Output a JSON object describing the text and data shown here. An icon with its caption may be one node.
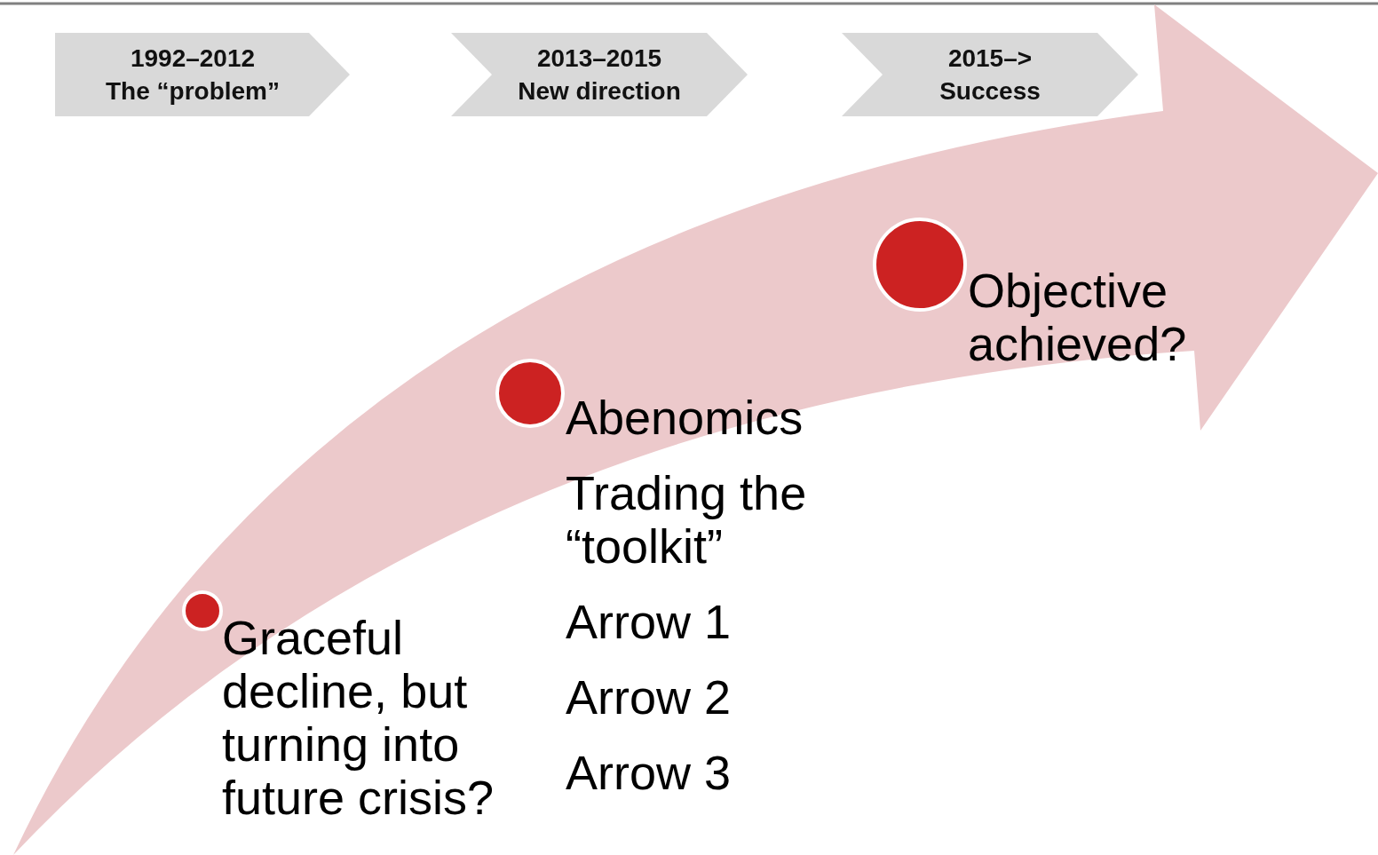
{
  "diagram": {
    "nodes": [
      {
        "text": [
          "1992–2012",
          "The “problem”"
        ]
      },
      {
        "text": [
          "2013–2015",
          "New direction"
        ]
      },
      {
        "text": [
          "2015–>",
          "Success"
        ]
      },
      {
        "text": [],
        "shape": "circle",
        "beside": [
          "Graceful decline, but turning into future crisis?"
        ]
      },
      {
        "text": [],
        "shape": "circle",
        "beside": [
          "Abenomics",
          "Trading the “toolkit”",
          "Arrow 1",
          "Arrow 2",
          "Arrow 3"
        ]
      },
      {
        "text": [],
        "shape": "circle",
        "beside": [
          "Objective achieved?"
        ]
      }
    ],
    "edges": []
  }
}
